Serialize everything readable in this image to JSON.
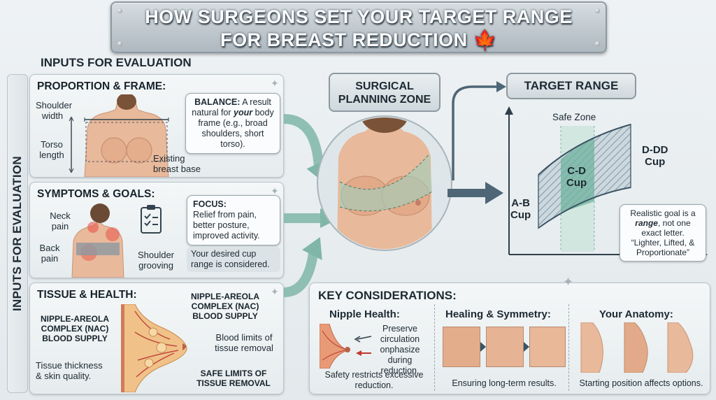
{
  "title": {
    "line1": "HOW SURGEONS SET YOUR TARGET RANGE",
    "line2": "FOR BREAST REDUCTION",
    "flag_glyph": "🍁"
  },
  "inputs_header": "INPUTS FOR EVALUATION",
  "side_tab": "INPUTS FOR EVALUATION",
  "proportion": {
    "heading": "PROPORTION  & FRAME:",
    "shoulder_label": [
      "Shoulder",
      "width"
    ],
    "torso_label": [
      "Torso",
      "length"
    ],
    "base_label": [
      "Existing",
      "breast base"
    ],
    "callout_bold": "BALANCE:",
    "callout_text_a": "A result natural for",
    "callout_emph": "your",
    "callout_text_b": "body frame (e.g., broad shoulders, short torso)."
  },
  "symptoms": {
    "heading": "SYMPTOMS & GOALS:",
    "neck_label": [
      "Neck",
      "pain"
    ],
    "back_label": [
      "Back",
      "pain"
    ],
    "shoulder_label": [
      "Shoulder",
      "grooving"
    ],
    "focus_bold": "FOCUS:",
    "focus_text": "Relief from pain, better posture, improved activity.",
    "desire_text": "Your desired cup range is considered."
  },
  "tissue": {
    "heading": "TISSUE & HEALTH:",
    "nac_left": [
      "NIPPLE-AREOLA",
      "COMPLEX (NAC)",
      "BLOOD SUPPLY"
    ],
    "nac_right": [
      "NIPPLE-AREOLA",
      "COMPLEX (NAC)",
      "BLOOD SUPPLY"
    ],
    "blood_limits": [
      "Blood limits of",
      "tissue removal"
    ],
    "thickness": [
      "Tissue thickness",
      "& skin quality."
    ],
    "safe_limits": [
      "SAFE LIMITS OF",
      "TISSUE REMOVAL"
    ]
  },
  "planning_zone": [
    "SURGICAL",
    "PLANNING ZONE"
  ],
  "target": {
    "heading": "TARGET RANGE",
    "safe_zone": "Safe Zone",
    "ab_cup": [
      "A-B",
      "Cup"
    ],
    "cd_cup": [
      "C-D",
      "Cup"
    ],
    "ddd_cup": [
      "D-DD",
      "Cup"
    ],
    "goal_a": "Realistic goal is a",
    "goal_emph": "range",
    "goal_b": ", not one exact letter.",
    "goal_quote": "“Lighter, Lifted, & Proportionate”"
  },
  "key": {
    "heading": "KEY CONSIDERATIONS:",
    "nipple_title": "Nipple Health:",
    "nipple_callout": [
      "Preserve",
      "circulation",
      "onphasize",
      "during reduction."
    ],
    "nipple_caption": [
      "Safety restricts excessive",
      "reduction."
    ],
    "healing_title": "Healing & Symmetry:",
    "healing_caption": "Ensuring long-term results.",
    "anatomy_title": "Your Anatomy:",
    "anatomy_caption": "Starting position affects options."
  },
  "colors": {
    "accent_teal": "#7fb6a8",
    "arrow_slate": "#4e6676",
    "maple_red": "#d52b1e",
    "skin": "#e8b99a"
  }
}
